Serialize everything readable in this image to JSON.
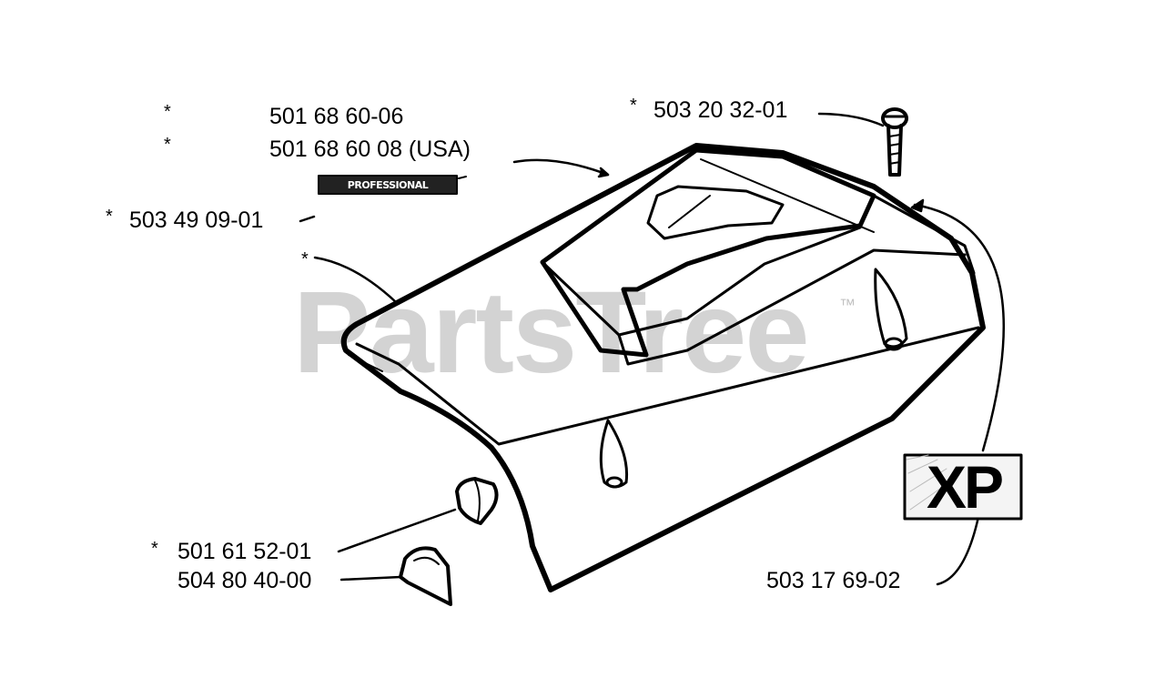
{
  "watermark": {
    "brand": "PartsTree",
    "trademark": "™"
  },
  "labels": {
    "star": "*",
    "cover_part": "501 68 60-06",
    "cover_part_usa": "501 68 60 08 (USA)",
    "screw": "503 20 32-01",
    "decal_professional": "503 49 09-01",
    "plug": "501 61 52-01",
    "cap": "504 80 40-00",
    "xp_decal": "503 17 69-02"
  },
  "decals": {
    "professional_text": "PROFESSIONAL",
    "xp_text": "XP"
  },
  "colors": {
    "line": "#000000",
    "background": "#ffffff",
    "watermark": "#969696"
  }
}
